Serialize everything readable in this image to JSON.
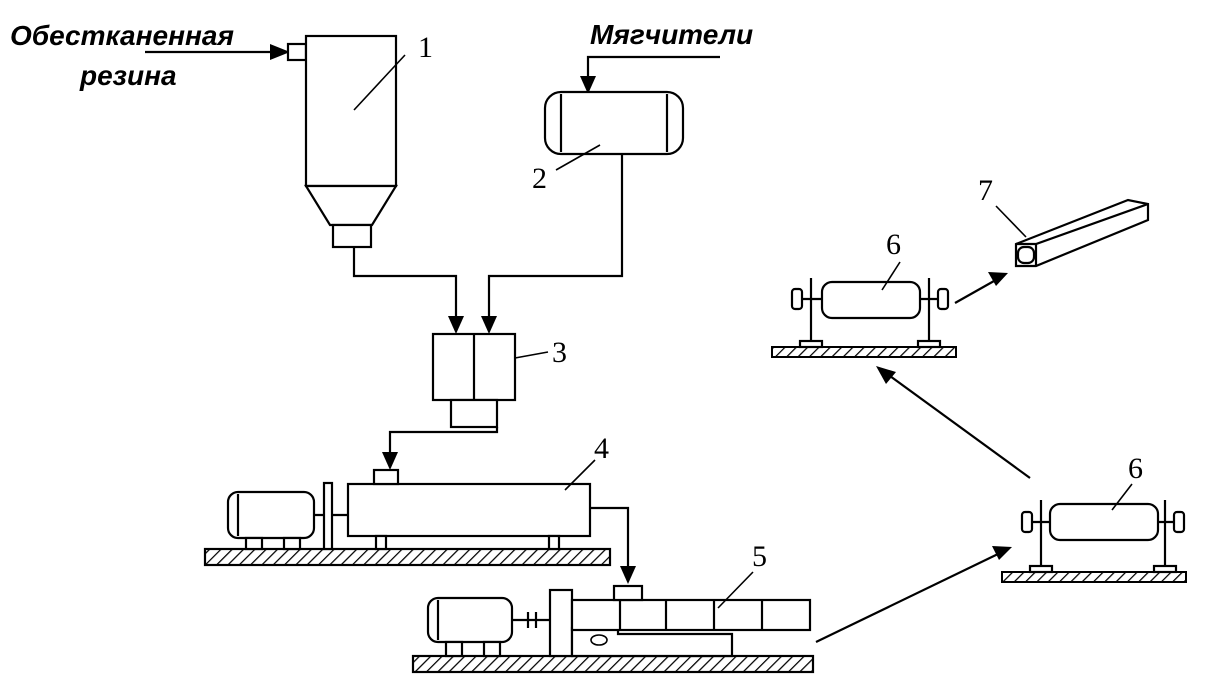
{
  "inputs": {
    "rubber_line1": "Обестканенная",
    "rubber_line2": "резина",
    "softeners": "Мягчители"
  },
  "equipment_numbers": {
    "hopper": "1",
    "softener_tank": "2",
    "doser": "3",
    "mixer": "4",
    "extruder": "5",
    "rollers_first": "6",
    "rollers_second": "6",
    "product": "7"
  }
}
